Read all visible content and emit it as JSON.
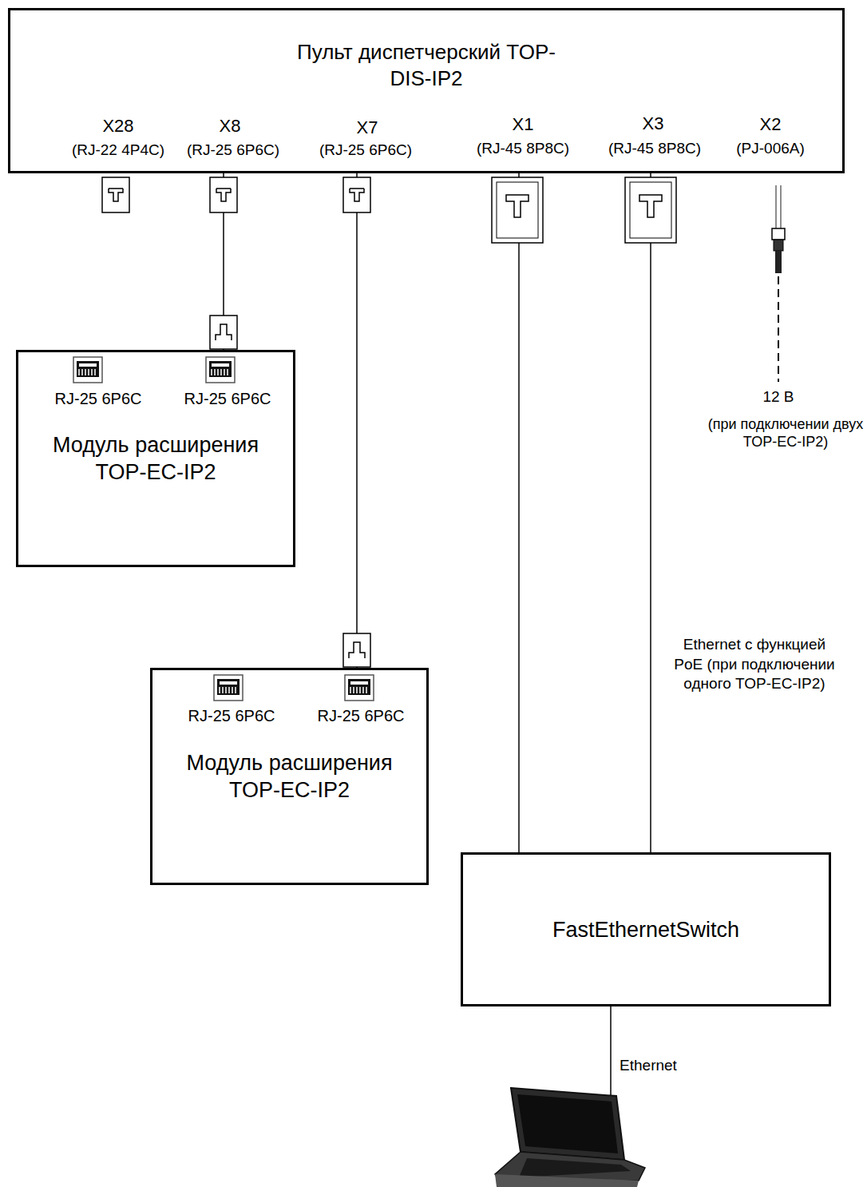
{
  "diagram": {
    "nodes": [
      {
        "text": [
          "Пульт диспетчерский TOP-DIS-IP2"
        ]
      },
      {
        "text": [
          "Модуль расширения TOP-EC-IP2"
        ]
      },
      {
        "text": [
          "Модуль расширения TOP-EC-IP2"
        ]
      },
      {
        "text": [
          "FastEthernetSwitch"
        ]
      }
    ],
    "edges": [
      {
        "from": 0,
        "to": 1,
        "arrow": "none"
      },
      {
        "from": 0,
        "to": 2,
        "arrow": "none"
      },
      {
        "from": 0,
        "to": 3,
        "arrow": "none"
      },
      {
        "from": 0,
        "to": 3,
        "label": "Ethernet с функцией PoE (при подключении одного TOP-EC-IP2)",
        "arrow": "none"
      }
    ],
    "labels": [
      "X28",
      "(RJ-22 4P4C)",
      "X8",
      "(RJ-25 6P6C)",
      "X7",
      "(RJ-25 6P6C)",
      "X1",
      "(RJ-45 8P8C)",
      "X3",
      "(RJ-45 8P8C)",
      "X2",
      "(PJ-006A)",
      "RJ-25 6P6C",
      "RJ-25 6P6C",
      "RJ-25 6P6C",
      "RJ-25 6P6C",
      "12 В",
      "(при подключении двух TOP-EC-IP2)",
      "Ethernet"
    ]
  }
}
